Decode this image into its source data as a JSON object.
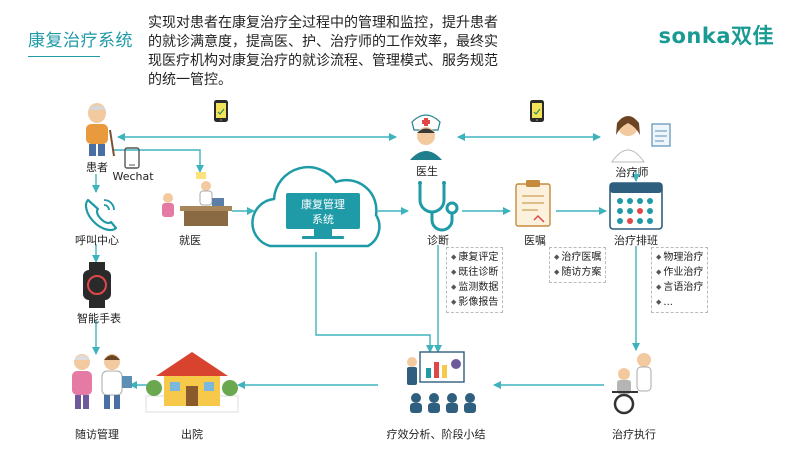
{
  "header": {
    "title": "康复治疗系统",
    "intro_lines": [
      "实现对患者在康复治疗全过程中的管理和监控，提升患者",
      "的就诊满意度，提高医、护、治疗师的工作效率，最终实",
      "现医疗机构对康复治疗的就诊流程、管理模式、服务规范",
      "的统一管控。"
    ]
  },
  "brand": {
    "name": "sonka双佳"
  },
  "nodes": {
    "patient": "患者",
    "wechat": "Wechat",
    "doctor": "医生",
    "therapist": "治疗师",
    "call_center": "呼叫中心",
    "visit": "就医",
    "diagnosis": "诊断",
    "orders": "医嘱",
    "schedule": "治疗排班",
    "smart_watch": "智能手表",
    "followup": "随访管理",
    "discharge": "出院",
    "analysis": "疗效分析、阶段小结",
    "execution": "治疗执行"
  },
  "system": {
    "line1": "康复管理",
    "line2": "系统"
  },
  "lists": {
    "diagnosis_items": [
      "康复评定",
      "既往诊断",
      "监测数据",
      "影像报告"
    ],
    "orders_items": [
      "治疗医嘱",
      "随访方案"
    ],
    "schedule_items": [
      "物理治疗",
      "作业治疗",
      "言语治疗",
      "..."
    ]
  },
  "colors": {
    "accent": "#1f9aa7",
    "arrow": "#3fb3bd",
    "brand": "#199b93"
  }
}
